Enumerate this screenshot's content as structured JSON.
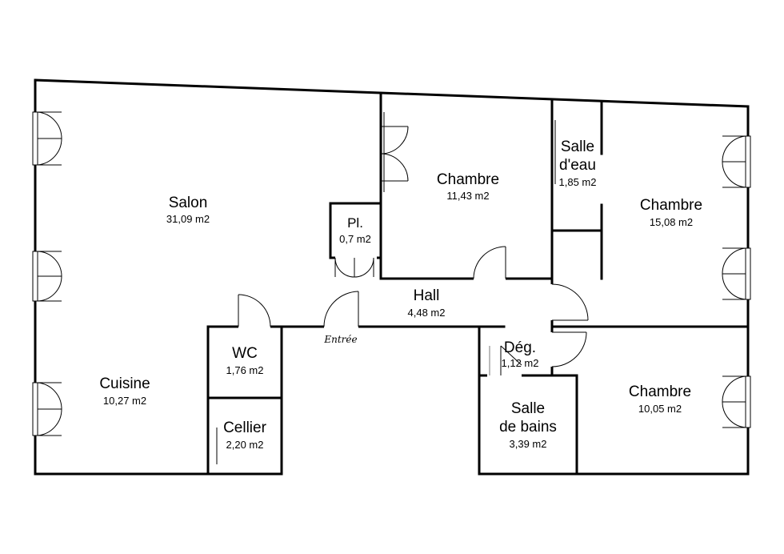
{
  "rooms": {
    "salon": {
      "name": "Salon",
      "area": "31,09 m2"
    },
    "placard": {
      "name": "Pl.",
      "area": "0,7 m2"
    },
    "chambre1": {
      "name": "Chambre",
      "area": "11,43 m2"
    },
    "salle_eau": {
      "name_line1": "Salle",
      "name_line2": "d'eau",
      "area": "1,85 m2"
    },
    "chambre2": {
      "name": "Chambre",
      "area": "15,08 m2"
    },
    "hall": {
      "name": "Hall",
      "area": "4,48 m2"
    },
    "wc": {
      "name": "WC",
      "area": "1,76 m2"
    },
    "cuisine": {
      "name": "Cuisine",
      "area": "10,27 m2"
    },
    "cellier": {
      "name": "Cellier",
      "area": "2,20 m2"
    },
    "degagement": {
      "name": "Dég.",
      "area": "1,12 m2"
    },
    "salle_bains": {
      "name_line1": "Salle",
      "name_line2": "de bains",
      "area": "3,39 m2"
    },
    "chambre3": {
      "name": "Chambre",
      "area": "10,05 m2"
    }
  },
  "entrance": {
    "label": "Entrée"
  }
}
